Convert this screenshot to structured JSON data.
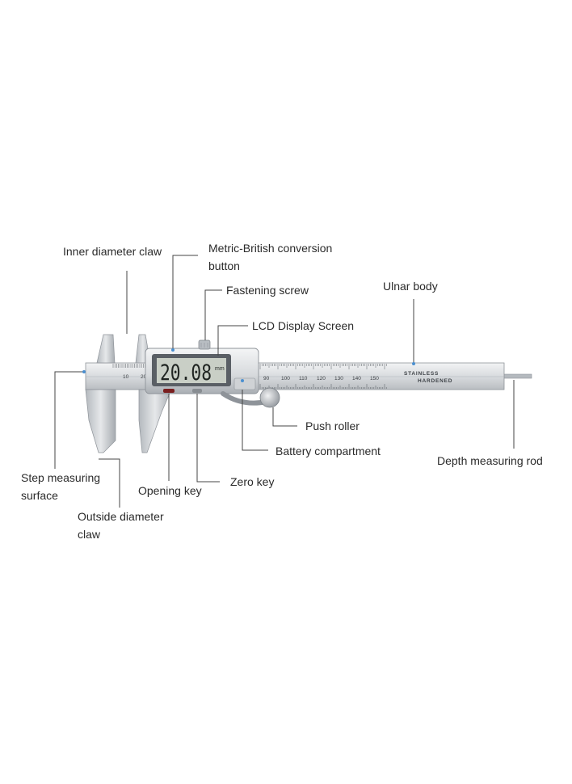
{
  "labels": {
    "inner_diameter_claw": "Inner diameter claw",
    "metric_british_button": [
      "Metric-British conversion",
      "button"
    ],
    "fastening_screw": "Fastening screw",
    "lcd_display_screen": "LCD Display Screen",
    "ulnar_body": "Ulnar body",
    "push_roller": "Push roller",
    "battery_compartment": "Battery compartment",
    "depth_measuring_rod": "Depth measuring rod",
    "step_measuring_surface": [
      "Step measuring",
      "surface"
    ],
    "opening_key": "Opening key",
    "zero_key": "Zero key",
    "outside_diameter_claw": [
      "Outside diameter",
      "claw"
    ]
  },
  "device": {
    "lcd_reading": "20.08",
    "lcd_unit": "mm",
    "stamp_line1": "STAINLESS",
    "stamp_line2": "HARDENED",
    "scale_numbers": [
      "90",
      "100",
      "110",
      "120",
      "130",
      "140",
      "150"
    ],
    "jaw_numbers": [
      "10",
      "20"
    ]
  },
  "colors": {
    "steel_light": "#e6e8ea",
    "steel_mid": "#c3c7cb",
    "steel_dark": "#8e9399",
    "lcd_bg": "#c9cfc6",
    "lcd_digits": "#1f2421",
    "leader": "#444444",
    "dot": "#4a8fd0"
  }
}
